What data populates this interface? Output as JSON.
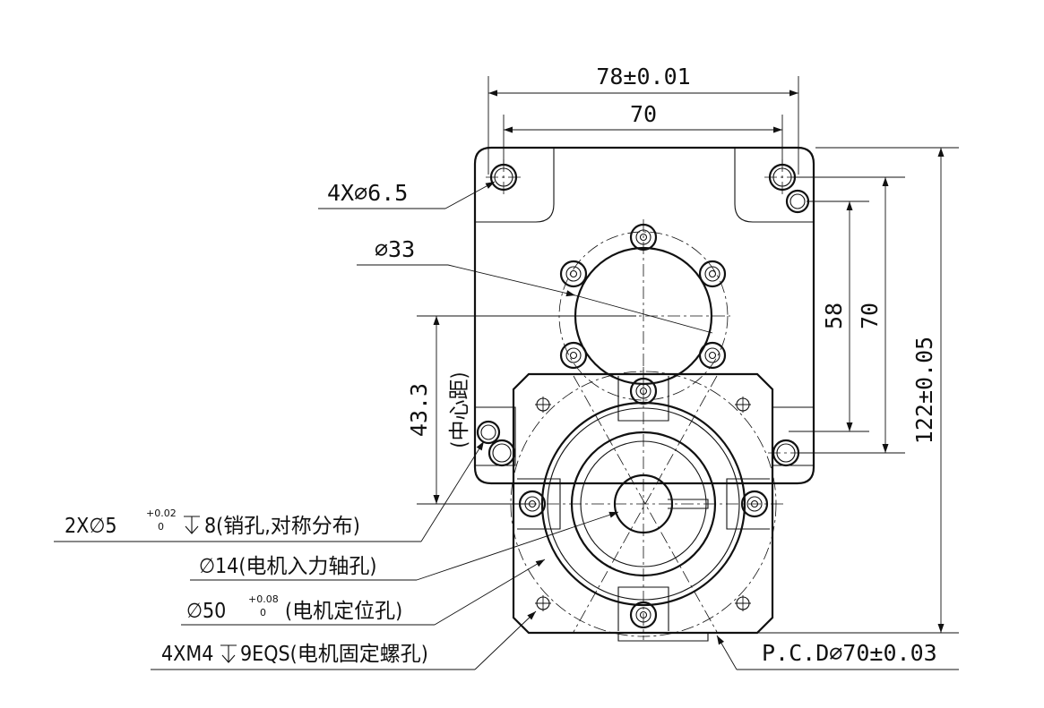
{
  "dimensions": {
    "top_width": "78±0.01",
    "top_hole_spacing": "70",
    "vertical_hole_spacing_inner": "58",
    "vertical_hole_spacing_outer": "70",
    "overall_height": "122±0.05",
    "center_distance_value": "43.3",
    "center_distance_label": "(中心距)"
  },
  "annotations": {
    "mount_holes": "4X∅6.5",
    "shaft_boss": "∅33",
    "pin_holes_prefix": "2X∅5",
    "pin_holes_tol_upper": "+0.02",
    "pin_holes_tol_lower": "0",
    "pin_holes_suffix": "8(销孔,对称分布)",
    "motor_bore": "∅14(电机入力轴孔)",
    "pilot_prefix": "∅50",
    "pilot_tol_upper": "+0.08",
    "pilot_tol_lower": "0",
    "pilot_suffix": "(电机定位孔)",
    "motor_thread_prefix": "4XM4",
    "motor_thread_suffix": "9EQS(电机固定螺孔)",
    "pcd": "P.C.D∅70±0.03"
  },
  "icons": {
    "depth": "depth-symbol"
  }
}
